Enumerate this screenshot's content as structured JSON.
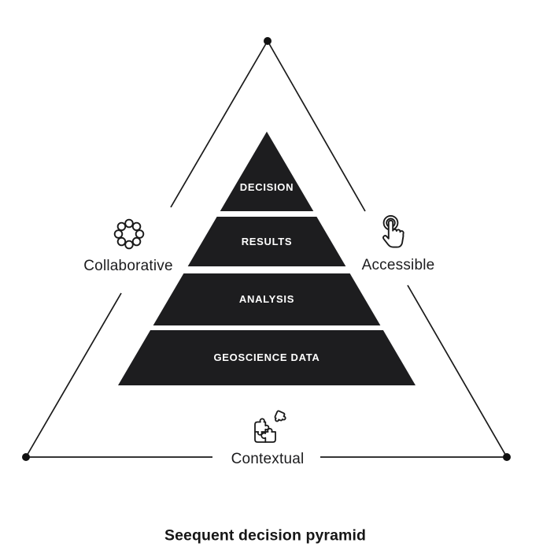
{
  "title": "Seequent decision pyramid",
  "pyramid": {
    "levels": [
      {
        "label": "DECISION"
      },
      {
        "label": "RESULTS"
      },
      {
        "label": "ANALYSIS"
      },
      {
        "label": "GEOSCIENCE DATA"
      }
    ]
  },
  "attributes": [
    {
      "label": "Collaborative",
      "icon": "collaboration-ring-icon"
    },
    {
      "label": "Accessible",
      "icon": "tap-gesture-icon"
    },
    {
      "label": "Contextual",
      "icon": "puzzle-pieces-icon"
    }
  ],
  "colors": {
    "ink": "#1a1a1a",
    "level_fill": "#1d1d1f",
    "level_text": "#ffffff",
    "background": "#ffffff"
  }
}
